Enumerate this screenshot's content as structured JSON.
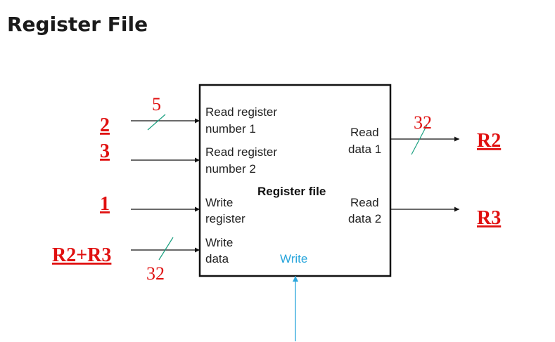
{
  "page": {
    "title": "Register File"
  },
  "block": {
    "name": "Register file",
    "read_register_1": [
      "Read register",
      "number 1"
    ],
    "read_register_2": [
      "Read register",
      "number 2"
    ],
    "write_register": [
      "Write",
      "register"
    ],
    "write_data": [
      "Write",
      "data"
    ],
    "read_data_1": [
      "Read",
      "data 1"
    ],
    "read_data_2": [
      "Read",
      "data 2"
    ],
    "write_control": "Write"
  },
  "inputs": {
    "read_reg_1_value": "2",
    "read_reg_2_value": "3",
    "write_reg_value": "1",
    "write_data_value": "R2+R3"
  },
  "outputs": {
    "read_data_1_value": "R2",
    "read_data_2_value": "R3"
  },
  "bus_widths": {
    "read_reg_1": "5",
    "read_data_1": "32",
    "write_data": "32"
  },
  "colors": {
    "annotation": "#e01010",
    "control": "#2aa6dc",
    "line": "#111111"
  }
}
